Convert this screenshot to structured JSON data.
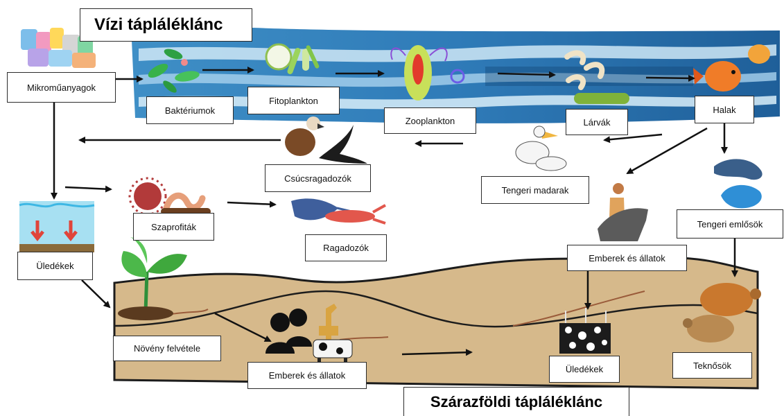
{
  "titles": {
    "aquatic": "Vízi tápláléklánc",
    "terrestrial": "Szárazföldi tápláléklánc"
  },
  "labels": {
    "microplastics": "Mikroműanyagok",
    "bacteria": "Baktériumok",
    "phytoplankton": "Fitoplankton",
    "zooplankton": "Zooplankton",
    "larvae": "Lárvák",
    "fish": "Halak",
    "apex_predators": "Csúcsragadozók",
    "seabirds": "Tengeri madarak",
    "marine_mammals": "Tengeri emlősök",
    "saprophytes": "Szaprofiták",
    "predators": "Ragadozók",
    "sediments_left": "Üledékek",
    "humans_animals_right": "Emberek és állatok",
    "plant_uptake": "Növény felvétele",
    "humans_animals_bottom": "Emberek és állatok",
    "sediments_bottom": "Üledékek",
    "turtles": "Teknősök"
  },
  "colors": {
    "water_light": "#c9e4f4",
    "water_mid": "#5fa8d3",
    "water_dark": "#1d5f96",
    "soil": "#d6b98b",
    "soil_line": "#1c1c1c",
    "arrow": "#111111",
    "sediment_arrow": "#e0443a"
  },
  "icons": [
    "plastic-waste-icon",
    "bacteria-icon",
    "phytoplankton-icon",
    "zooplankton-icon",
    "larvae-icon",
    "fish-icon",
    "vulture-icon",
    "eagle-icon",
    "pelican-icon",
    "whale-icon",
    "virus-icon",
    "worm-icon",
    "stingray-icon",
    "lobster-icon",
    "sediment-water-icon",
    "plant-sprout-icon",
    "people-icon",
    "giraffe-icon",
    "cow-icon",
    "human-dog-icon",
    "sediment-rocks-icon",
    "turtle-icon"
  ]
}
